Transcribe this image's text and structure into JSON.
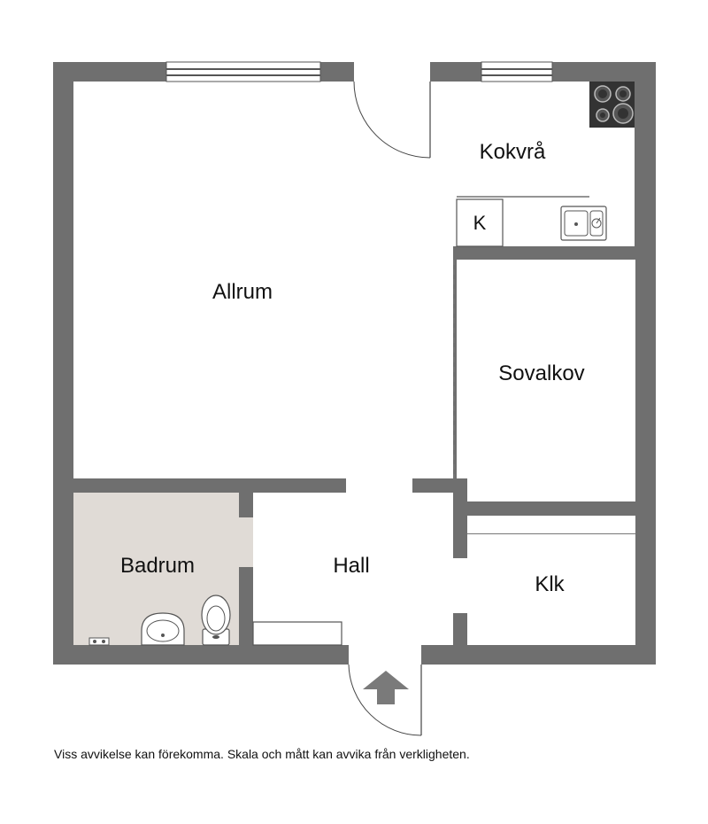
{
  "colors": {
    "wall": "#6f6f6f",
    "floor": "#ffffff",
    "bathroom_floor": "#e0dbd6",
    "line": "#555555"
  },
  "rooms": {
    "allrum": "Allrum",
    "kokvra": "Kokvrå",
    "sovalkov": "Sovalkov",
    "badrum": "Badrum",
    "hall": "Hall",
    "klk": "Klk"
  },
  "fixtures": {
    "fridge": "K"
  },
  "disclaimer": "Viss avvikelse kan förekomma. Skala och mått kan avvika från verkligheten.",
  "icons": [
    "stove-icon",
    "sink-icon",
    "toilet-icon",
    "washbasin-icon",
    "entrance-arrow-icon",
    "door-swing-icon",
    "window-icon"
  ]
}
